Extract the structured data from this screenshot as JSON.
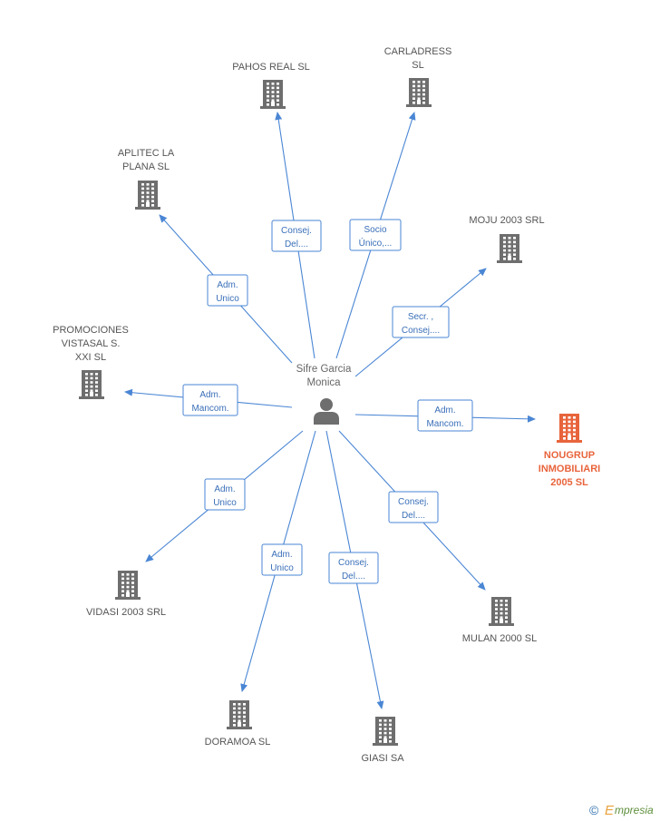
{
  "person": {
    "name_line1": "Sifre Garcia",
    "name_line2": "Monica",
    "icon": "person-icon"
  },
  "companies": [
    {
      "id": "pahos-real",
      "lines": [
        "PAHOS REAL SL"
      ],
      "icon": "building-icon",
      "highlight": false,
      "role_lines": [
        "Consej.",
        "Del...."
      ]
    },
    {
      "id": "carladress",
      "lines": [
        "CARLADRESS",
        "SL"
      ],
      "icon": "building-icon",
      "highlight": false,
      "role_lines": [
        "Socio",
        "Único,..."
      ]
    },
    {
      "id": "aplitec-la-plana",
      "lines": [
        "APLITEC LA",
        "PLANA SL"
      ],
      "icon": "building-icon",
      "highlight": false,
      "role_lines": [
        "Adm.",
        "Unico"
      ]
    },
    {
      "id": "moju-2003",
      "lines": [
        "MOJU 2003 SRL"
      ],
      "icon": "building-icon",
      "highlight": false,
      "role_lines": [
        "Secr. ,",
        "Consej...."
      ]
    },
    {
      "id": "promociones-vistasal",
      "lines": [
        "PROMOCIONES",
        "VISTASAL S.",
        "XXI SL"
      ],
      "icon": "building-icon",
      "highlight": false,
      "role_lines": [
        "Adm.",
        "Mancom."
      ]
    },
    {
      "id": "nougrup-inmobiliari",
      "lines": [
        "NOUGRUP",
        "INMOBILIARI",
        "2005 SL"
      ],
      "icon": "building-icon",
      "highlight": true,
      "role_lines": [
        "Adm.",
        "Mancom."
      ]
    },
    {
      "id": "vidasi-2003",
      "lines": [
        "VIDASI 2003 SRL"
      ],
      "icon": "building-icon",
      "highlight": false,
      "role_lines": [
        "Adm.",
        "Unico"
      ]
    },
    {
      "id": "mulan-2000",
      "lines": [
        "MULAN 2000 SL"
      ],
      "icon": "building-icon",
      "highlight": false,
      "role_lines": [
        "Consej.",
        "Del...."
      ]
    },
    {
      "id": "doramoa",
      "lines": [
        "DORAMOA SL"
      ],
      "icon": "building-icon",
      "highlight": false,
      "role_lines": [
        "Adm.",
        "Unico"
      ]
    },
    {
      "id": "giasi",
      "lines": [
        "GIASI SA"
      ],
      "icon": "building-icon",
      "highlight": false,
      "role_lines": [
        "Consej.",
        "Del...."
      ]
    }
  ],
  "colors": {
    "edge": "#4a86d4",
    "building": "#6e6e6e",
    "building_highlight": "#e8643c",
    "person": "#6e6e6e"
  },
  "footer": {
    "copyright_symbol": "©",
    "brand_initial": "E",
    "brand_rest": "mpresia"
  }
}
